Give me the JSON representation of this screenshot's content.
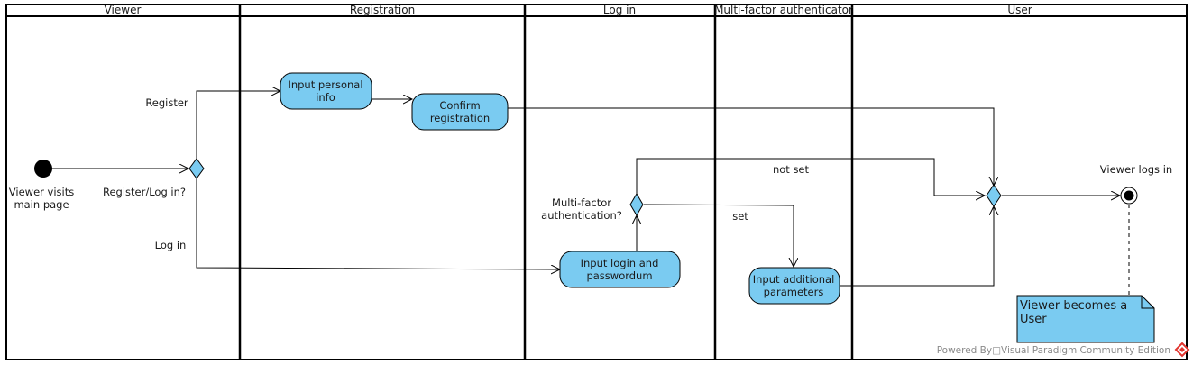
{
  "lanes": [
    "Viewer",
    "Registration",
    "Log in",
    "Multi-factor authenticator",
    "User"
  ],
  "nodes": {
    "initial_label_1": "Viewer visits",
    "initial_label_2": "main page",
    "decision1_label": "Register/Log in?",
    "guard_register": "Register",
    "guard_login": "Log in",
    "input_personal_1": "Input personal",
    "input_personal_2": "info",
    "confirm_1": "Confirm",
    "confirm_2": "registration",
    "input_login_1": "Input login and",
    "input_login_2": "passwordum",
    "mfa_q_1": "Multi-factor",
    "mfa_q_2": "authentication?",
    "guard_not_set": "not set",
    "guard_set": "set",
    "additional_1": "Input additional",
    "additional_2": "parameters",
    "final_label": "Viewer logs in",
    "note_1": "Viewer becomes a",
    "note_2": "User"
  },
  "watermark": "Powered By□Visual Paradigm Community Edition",
  "colors": {
    "action_fill": "#7acbf1",
    "note_fill": "#7acbf1",
    "stroke": "#000000"
  }
}
